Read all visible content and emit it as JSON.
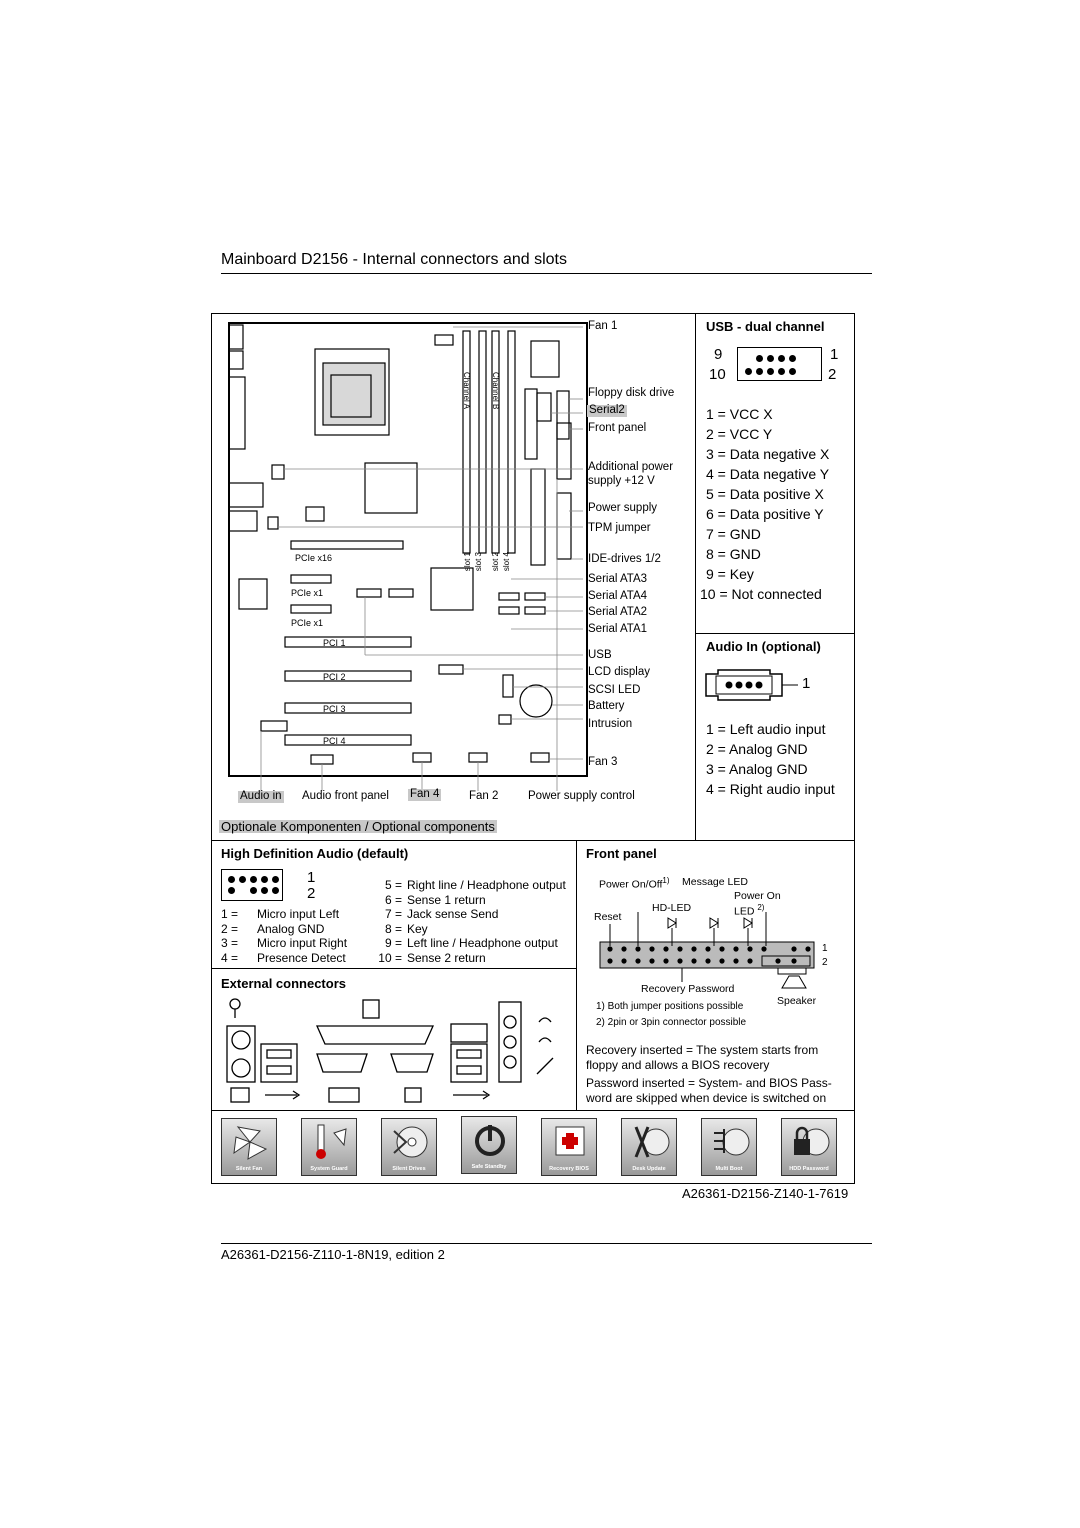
{
  "header": {
    "title": "Mainboard D2156 - Internal connectors and slots"
  },
  "board": {
    "slot_labels": {
      "pcie_x16": "PCIe x16",
      "pcie_x1_a": "PCIe x1",
      "pcie_x1_b": "PCIe x1",
      "pci1": "PCI 1",
      "pci2": "PCI 2",
      "pci3": "PCI 3",
      "pci4": "PCI 4",
      "channel_a": "Channel A",
      "channel_b": "Channel B",
      "slot1": "slot 1",
      "slot3": "slot 3",
      "slot2": "slot 2",
      "slot4": "slot 4"
    },
    "right_labels": [
      "Fan 1",
      "Floppy disk drive",
      "Serial2",
      "Front panel",
      "Additional power",
      "supply +12 V",
      "Power supply",
      "TPM jumper",
      "IDE-drives 1/2",
      "Serial ATA3",
      "Serial ATA4",
      "Serial ATA2",
      "Serial ATA1",
      "USB",
      "LCD display",
      "SCSI LED",
      "Battery",
      "Intrusion",
      "Fan 3"
    ],
    "bottom_labels": [
      "Audio in",
      "Audio front panel",
      "Fan 4",
      "Fan 2",
      "Power supply control"
    ],
    "optional_caption": "Optionale Komponenten / Optional components"
  },
  "usb": {
    "title": "USB - dual channel",
    "pin_left_top": "9",
    "pin_left_bottom": "10",
    "pin_right_top": "1",
    "pin_right_bottom": "2",
    "pins": [
      "1 = VCC X",
      "2 = VCC Y",
      "3 = Data negative X",
      "4 = Data negative Y",
      "5 = Data positive X",
      "6 = Data positive Y",
      "7 = GND",
      "8 = GND",
      "9 = Key",
      "10 = Not connected"
    ]
  },
  "audio_in": {
    "title": "Audio In (optional)",
    "pin_mark": "1",
    "pins": [
      "1 = Left audio input",
      "2 = Analog GND",
      "3 = Analog GND",
      "4 = Right audio input"
    ]
  },
  "hda": {
    "title": "High Definition Audio (default)",
    "mark1": "1",
    "mark2": "2",
    "left": [
      [
        "1 =",
        "Micro input Left"
      ],
      [
        "2 =",
        "Analog GND"
      ],
      [
        "3 =",
        "Micro input Right"
      ],
      [
        "4 =",
        "Presence Detect"
      ]
    ],
    "right": [
      [
        "5 =",
        "Right line / Headphone output"
      ],
      [
        "6 =",
        "Sense 1 return"
      ],
      [
        "7 =",
        "Jack sense Send"
      ],
      [
        "8 =",
        "Key"
      ],
      [
        "9 =",
        "Left line / Headphone output"
      ],
      [
        "10 =",
        "Sense 2 return"
      ]
    ]
  },
  "external": {
    "title": "External connectors"
  },
  "front_panel": {
    "title": "Front panel",
    "power_onoff": "Power On/Off",
    "sup1": "1)",
    "message_led": "Message LED",
    "power_on": "Power On",
    "led": "LED",
    "sup2": "2)",
    "reset": "Reset",
    "hd_led": "HD-LED",
    "row1": "1",
    "row2": "2",
    "recovery_password": "Recovery Password",
    "speaker": "Speaker",
    "note1": "1) Both jumper positions possible",
    "note2": "2) 2pin or 3pin connector possible",
    "recovery_text": [
      "Recovery inserted = The system starts from",
      "floppy and allows a BIOS recovery"
    ],
    "password_text": [
      "Password inserted = System- and BIOS Pass-",
      "word are skipped when device is switched on"
    ]
  },
  "features": [
    "Silent Fan",
    "System Guard",
    "Silent Drives",
    "Safe Standby",
    "Recovery BIOS",
    "Desk Update",
    "Multi Boot",
    "HDD Password"
  ],
  "figure_code": "A26361-D2156-Z140-1-7619",
  "footer": {
    "doc_code": "A26361-D2156-Z110-1-8N19, edition 2"
  }
}
